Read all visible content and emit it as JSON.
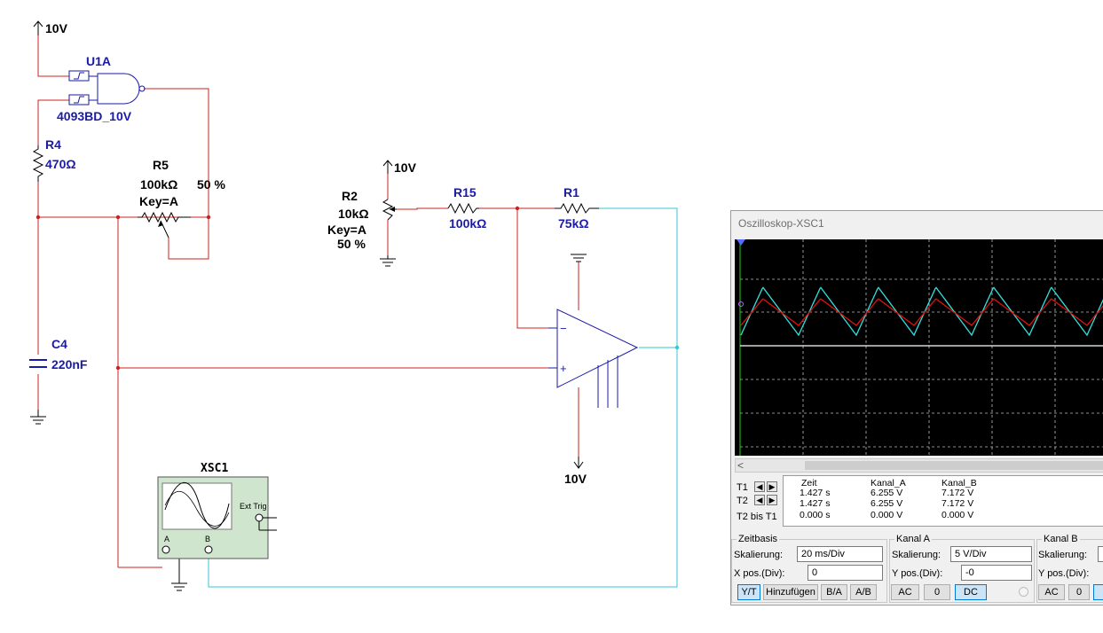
{
  "schematic": {
    "vcc_label": "10V",
    "vcc2_label": "10V",
    "vee_label": "10V",
    "u1": {
      "name": "U1A",
      "part": "4093BD_10V"
    },
    "r4": {
      "name": "R4",
      "value": "470Ω"
    },
    "r5": {
      "name": "R5",
      "value": "100kΩ",
      "percent": "50 %",
      "key": "Key=A"
    },
    "c4": {
      "name": "C4",
      "value": "220nF"
    },
    "r2": {
      "name": "R2",
      "value": "10kΩ",
      "key": "Key=A",
      "percent": "50 %"
    },
    "r15": {
      "name": "R15",
      "value": "100kΩ"
    },
    "r1": {
      "name": "R1",
      "value": "75kΩ"
    },
    "xsc1": {
      "name": "XSC1",
      "ext_trig": "Ext Trig",
      "ch_a": "A",
      "ch_b": "B"
    },
    "opamp": {
      "minus": "−",
      "plus": "+"
    }
  },
  "scope": {
    "title": "Oszilloskop-XSC1",
    "trace_colors": {
      "channel_a": "#e01010",
      "channel_b": "#33e0e0",
      "grid": "#bdbdbd"
    },
    "readout": {
      "headers": [
        "Zeit",
        "Kanal_A",
        "Kanal_B"
      ],
      "rows": [
        {
          "label": "T1",
          "time": "1.427 s",
          "a": "6.255 V",
          "b": "7.172 V"
        },
        {
          "label": "T2",
          "time": "1.427 s",
          "a": "6.255 V",
          "b": "7.172 V"
        },
        {
          "label": "T2 bis T1",
          "time": "0.000 s",
          "a": "0.000 V",
          "b": "0.000 V"
        }
      ]
    },
    "timebase": {
      "title": "Zeitbasis",
      "scale_label": "Skalierung:",
      "scale_value": "20 ms/Div",
      "xpos_label": "X pos.(Div):",
      "xpos_value": "0",
      "buttons": [
        "Y/T",
        "Hinzufügen",
        "B/A",
        "A/B"
      ]
    },
    "channel_a": {
      "title": "Kanal A",
      "scale_label": "Skalierung:",
      "scale_value": "5  V/Div",
      "ypos_label": "Y pos.(Div):",
      "ypos_value": "-0",
      "buttons": [
        "AC",
        "0",
        "DC"
      ]
    },
    "channel_b": {
      "title": "Kanal B",
      "scale_label": "Skalierung:",
      "ypos_label": "Y pos.(Div):",
      "buttons": [
        "AC",
        "0"
      ]
    }
  }
}
